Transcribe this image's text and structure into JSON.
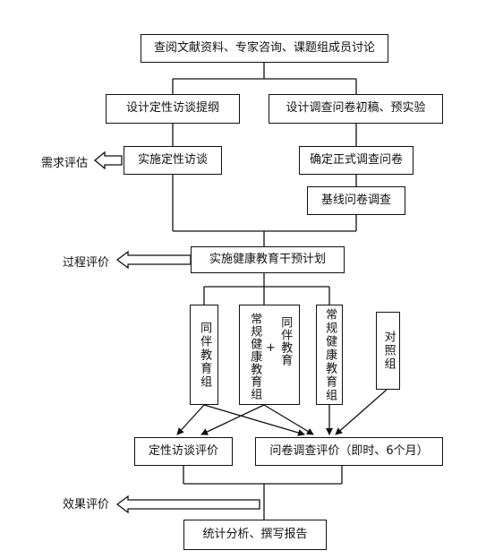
{
  "nodes": {
    "top": "查阅文献资料、专家咨询、课题组成员讨论",
    "design_qual": "设计定性访谈提纲",
    "design_quest": "设计调查问卷初稿、预实验",
    "impl_qual": "实施定性访谈",
    "final_quest": "确定正式调查问卷",
    "baseline": "基线问卷调查",
    "intervention": "实施健康教育干预计划",
    "group_peer": "同伴教育组",
    "group_combo_left": "常规健康教育组",
    "group_combo_plus": "+",
    "group_combo_right": "同伴教育",
    "group_regular": "常规健康教育组",
    "group_control": "对照组",
    "eval_qual": "定性访谈评价",
    "eval_quest": "问卷调查评价（即时、6个月）",
    "final": "统计分析、撰写报告"
  },
  "side_labels": {
    "needs": "需求评估",
    "process": "过程评价",
    "effect": "效果评价"
  }
}
